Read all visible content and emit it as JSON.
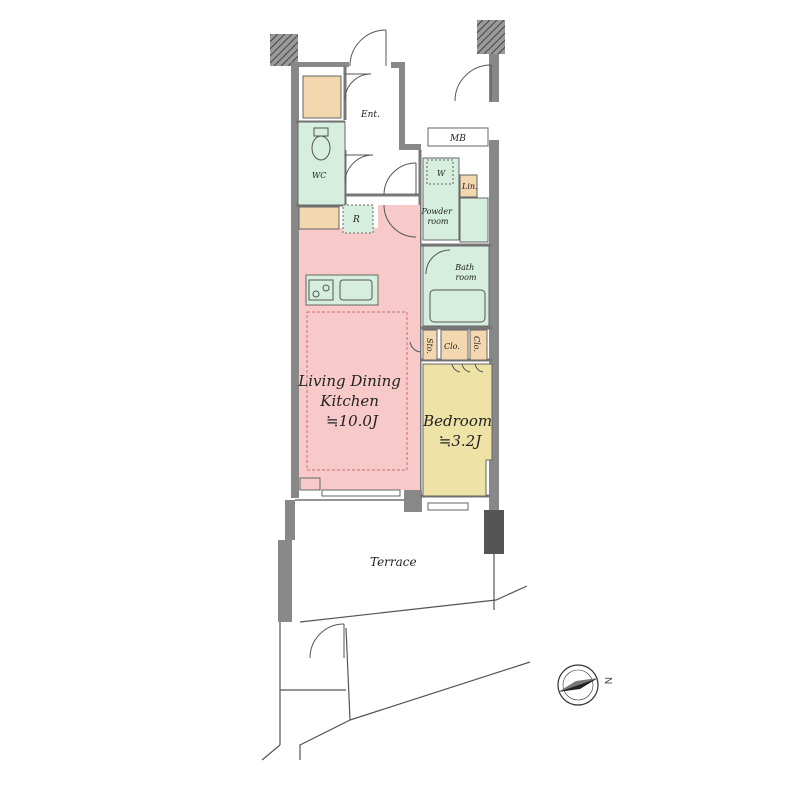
{
  "colors": {
    "living": "#f7c9c9",
    "bedroom": "#efe2a6",
    "wet": "#d6eedd",
    "storage": "#f3d7ae",
    "wall": "#777777",
    "hatch": "#555555"
  },
  "rooms": {
    "entrance": "Ent.",
    "mb": "MB",
    "wc": "WC",
    "refrigerator": "R",
    "washer": "W",
    "linen": "Lin.",
    "powder_room": [
      "Powder",
      "room"
    ],
    "bath_room": [
      "Bath",
      "room"
    ],
    "storage": "Sto.",
    "closet_1": "Clo.",
    "closet_2": "Clo.",
    "ldk": [
      "Living Dining",
      "Kitchen",
      "≒10.0J"
    ],
    "bedroom": [
      "Bedroom",
      "≒3.2J"
    ],
    "terrace": "Terrace"
  },
  "compass": {
    "label": "N"
  }
}
